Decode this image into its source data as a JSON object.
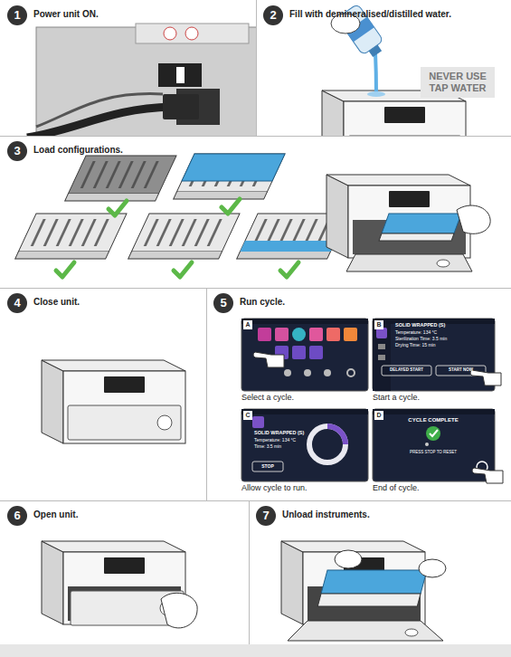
{
  "diagram": {
    "nodes": [
      {
        "text": [
          "1",
          "Power unit ON."
        ]
      },
      {
        "text": [
          "2",
          "Fill with demineralised/distilled water."
        ]
      },
      {
        "text": [
          "NEVER USE TAP WATER"
        ],
        "in": 1
      },
      {
        "text": [
          "3",
          "Load configurations."
        ]
      },
      {
        "text": [
          "4",
          "Close unit."
        ]
      },
      {
        "text": [
          "5",
          "Run cycle."
        ]
      },
      {
        "text": [
          "A",
          "Select a cycle."
        ],
        "in": 5
      },
      {
        "text": [
          "B",
          "Start a cycle."
        ],
        "in": 5
      },
      {
        "text": [
          "C",
          "Allow cycle to run."
        ],
        "in": 5
      },
      {
        "text": [
          "D",
          "End of cycle."
        ],
        "in": 5
      },
      {
        "text": [
          "6",
          "Open unit."
        ]
      },
      {
        "text": [
          "7",
          "Unload instruments."
        ]
      }
    ],
    "labels": [
      "SOLID WRAPPED (S)",
      "Temperature: 134 °C",
      "Sterilization Time: 3.5 min",
      "Drying Time: 15 min",
      "DELAYED START",
      "START NOW",
      "SOLID WRAPPED (S)",
      "Temperature: 134 °C",
      "Time: 3.5 min",
      "STOP",
      "CYCLE COMPLETE",
      "PRESS STOP TO RESET"
    ]
  }
}
